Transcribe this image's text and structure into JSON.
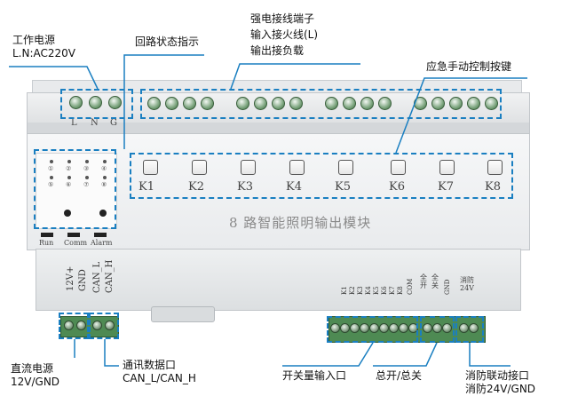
{
  "callouts": {
    "power": [
      "工作电源",
      "L.N:AC220V"
    ],
    "loop_status": "回路状态指示",
    "strong_terminal": [
      "强电接线端子",
      "输入接火线(L)",
      "输出接负载"
    ],
    "emergency_keys": "应急手动控制按键",
    "dc_power": [
      "直流电源",
      "12V/GND"
    ],
    "comm_port": [
      "通讯数据口",
      "CAN_L/CAN_H"
    ],
    "switch_input": "开关量输入口",
    "master_switch": "总开/总关",
    "fire_link": [
      "消防联动接口",
      "消防24V/GND"
    ]
  },
  "device": {
    "title": "8 路智能照明输出模块",
    "keys": [
      "K1",
      "K2",
      "K3",
      "K4",
      "K5",
      "K6",
      "K7",
      "K8"
    ],
    "status_leds": [
      "Run",
      "Comm",
      "Alarm"
    ],
    "power_terms": [
      "L",
      "N",
      "G"
    ],
    "loop_numbers": [
      "①",
      "②",
      "③",
      "④",
      "⑤",
      "⑥",
      "⑦",
      "⑧"
    ],
    "left_terminal_labels": [
      "12V+",
      "GND",
      "CAN_L",
      "CAN_H"
    ],
    "input_labels": [
      "K1",
      "K2",
      "K3",
      "K4",
      "K5",
      "K6",
      "K7",
      "K8",
      "COM"
    ],
    "master_labels": [
      "全开",
      "全关",
      "GND"
    ],
    "fire_labels": [
      "消防",
      "24V"
    ]
  },
  "colors": {
    "callout_box": "#1a7fc1",
    "terminal_green": "#3f6b42"
  }
}
